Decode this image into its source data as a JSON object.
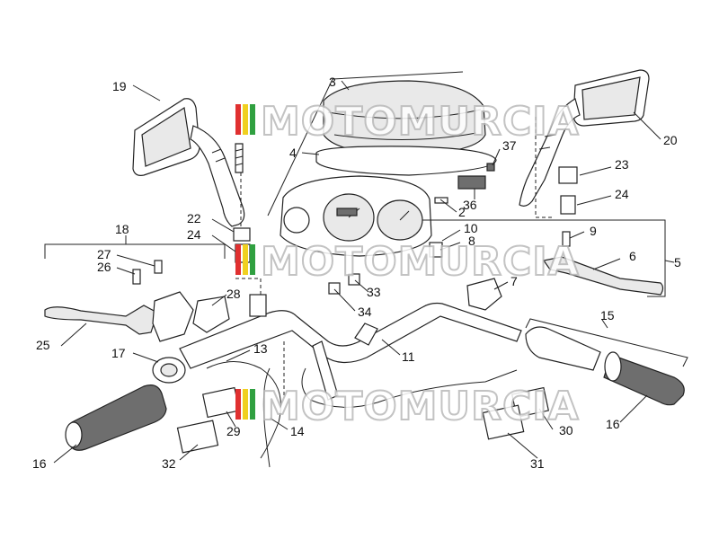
{
  "watermark": {
    "text": "MOTOMURCIA"
  },
  "callouts": {
    "c2": "2",
    "c3": "3",
    "c4": "4",
    "c5": "5",
    "c6": "6",
    "c7": "7",
    "c8": "8",
    "c9": "9",
    "c10": "10",
    "c11": "11",
    "c13": "13",
    "c14": "14",
    "c15": "15",
    "c16a": "16",
    "c16b": "16",
    "c17": "17",
    "c18": "18",
    "c19": "19",
    "c20": "20",
    "c22": "22",
    "c23": "23",
    "c24a": "24",
    "c24b": "24",
    "c25": "25",
    "c26": "26",
    "c27": "27",
    "c28": "28",
    "c29": "29",
    "c30": "30",
    "c31": "31",
    "c32": "32",
    "c33": "33",
    "c34": "34",
    "c36": "36",
    "c37": "37"
  }
}
